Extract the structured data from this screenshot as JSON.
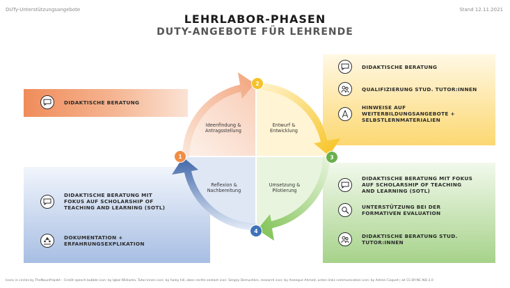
{
  "header": {
    "left": "DUTy-Unterstützungsangebote",
    "right": "Stand 12.11.2021"
  },
  "title": {
    "line1": "LEHRLABOR-PHASEN",
    "line2": "DUTY-ANGEBOTE FÜR LEHRENDE"
  },
  "phases": [
    {
      "number": "1",
      "label": "Ideenfindung & Antragsstellung",
      "color": "#f08c43"
    },
    {
      "number": "2",
      "label": "Entwurf & Entwicklung",
      "color": "#f5c227"
    },
    {
      "number": "3",
      "label": "Umsetzung & Pilotierung",
      "color": "#6ab04c"
    },
    {
      "number": "4",
      "label": "Reflexion & Nachbereitung",
      "color": "#3f72b8"
    }
  ],
  "panels": {
    "phase1": {
      "color": "#f2a070",
      "items": [
        {
          "icon": "speech-bubble-icon",
          "label": "DIDAKTISCHE BERATUNG"
        }
      ]
    },
    "phase2": {
      "color": "#fbd66a",
      "items": [
        {
          "icon": "speech-bubble-icon",
          "label": "DIDAKTISCHE BERATUNG"
        },
        {
          "icon": "tutor-icon",
          "label": "QUALIFIZIERUNG STUD. TUTOR:INNEN"
        },
        {
          "icon": "sextant-icon",
          "label": "HINWEISE AUF WEITERBILDUNGSANGEBOTE + SELBSTLERNMATERIALIEN"
        }
      ]
    },
    "phase3": {
      "color": "#a8d38c",
      "items": [
        {
          "icon": "speech-bubble-icon",
          "label": "DIDAKTISCHE BERATUNG MIT FOKUS AUF SCHOLARSHIP OF TEACHING AND LEARNING (SOTL)"
        },
        {
          "icon": "research-icon",
          "label": "UNTERSTÜTZUNG BEI DER FORMATIVEN EVALUATION"
        },
        {
          "icon": "tutor-icon",
          "label": "DIDAKTISCHE BERATUNG STUD. TUTOR:INNEN"
        }
      ]
    },
    "phase4": {
      "color": "#a9bfe3",
      "items": [
        {
          "icon": "speech-bubble-icon",
          "label": "DIDAKTISCHE BERATUNG MIT FOKUS AUF SCHOLARSHIP OF TEACHING AND LEARNING (SOTL)"
        },
        {
          "icon": "communication-icon",
          "label": "DOKUMENTATION + ERFAHRUNGSEXPLIKATION"
        }
      ]
    }
  },
  "footer": "Icons in circles by TheNounProjekt – Credit speech bubble icon: by Igbal Widianto, Tutor:innen icon: by haley hill, oben rechts sextant icon: Sergey Demushkin, research icon: by Aneeque Ahmed, unten links communication icon: by Adrien Coquet  |  all CC-BY-NC-ND 2.0"
}
